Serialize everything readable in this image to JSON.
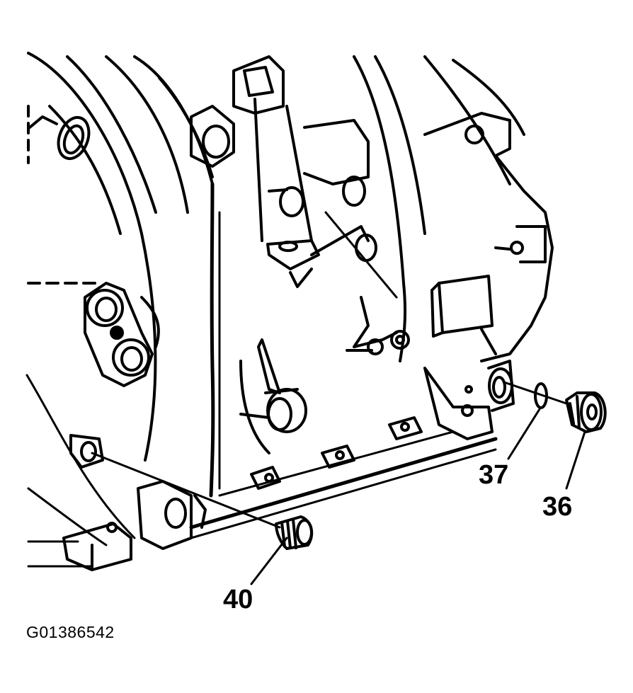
{
  "figure": {
    "id": "G01386542",
    "callouts": [
      {
        "key": "40",
        "label": "40"
      },
      {
        "key": "37",
        "label": "37"
      },
      {
        "key": "36",
        "label": "36"
      }
    ]
  },
  "colors": {
    "line": "#000000",
    "background": "#ffffff"
  }
}
